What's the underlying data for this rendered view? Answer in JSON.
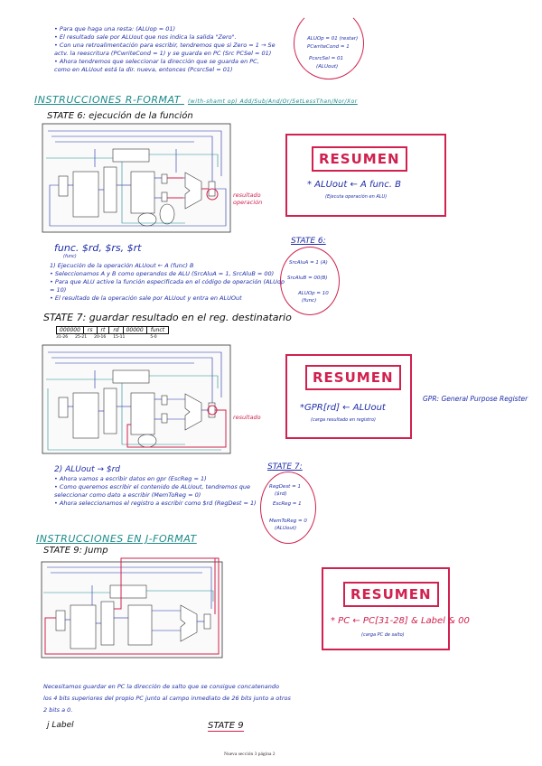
{
  "top_notes": [
    "• Para que haga una resta: (ALUop = 01)",
    "• El resultado sale por ALUout que nos indica la salida \"Zero\".",
    "• Con una retroalimentación para escribir, tendremos que si Zero = 1 → Se",
    "   actv. la reescritura (PCwriteCond = 1) y se guarda en PC (Src PCSel = 01)",
    "• Ahora tendremos que seleccionar la dirección que se guarda en PC,",
    "   como en ALUout está la dir. nueva, entonces (PcsrcSel = 01)"
  ],
  "top_circle": {
    "lines": [
      "ALUOp = 01 (restar)",
      "PCwriteCond = 1",
      "PcsrcSel = 01",
      "(ALUout)"
    ]
  },
  "section_r": {
    "heading": "INSTRUCCIONES R-FORMAT",
    "heading_note": "(with-shamt op) Add/Sub/And/Or/SetLessThan/Nor/Xor",
    "state6_title": "STATE 6: ejecución de la función",
    "red_callout": "resultado operación",
    "func_line": "func.   $rd, $rs, $rt",
    "func_sub": "(func)",
    "notes": [
      "1) Ejecución de la operación   ALUout ← A (func) B",
      "  • Seleccionamos A y B como operandos de ALU (SrcAluA = 1, SrcAluB = 00)",
      "  • Para que ALU active la función especificada en el código de operación (ALUop = 10)",
      "  • El resultado de la operación sale por ALUout y entra en ALUOut"
    ],
    "resumen1": {
      "title": "RESUMEN",
      "formula": "* ALUout ← A  func. B",
      "sub": "(Ejecuta operación en ALU)"
    },
    "state6_circle": {
      "title": "STATE 6:",
      "lines": [
        "SrcAluA = 1 (A)",
        "SrcAluB = 00(B)",
        "ALUOp = 10",
        "(func)"
      ]
    }
  },
  "state7": {
    "title": "STATE 7: guardar resultado en el reg. destinatario",
    "fields": [
      "000000",
      "rs",
      "rt",
      "rd",
      "00000",
      "funct"
    ],
    "bits": [
      "31-26",
      "25-21",
      "20-16",
      "15-11",
      "",
      "5-0"
    ],
    "red_callout": "resultado",
    "notes": [
      "2) ALUout → $rd",
      "  • Ahora vamos a escribir datos en gpr (EscReg = 1)",
      "  • Como queremos escribir el contenido de ALUout, tendremos que",
      "    seleccionar como dato a escribir (MemToReg = 0)",
      "  • Ahora seleccionamos el registro a escribir como $rd (RegDest = 1)"
    ],
    "resumen": {
      "title": "RESUMEN",
      "formula": "*GPR[rd] ← ALUout",
      "sub": "(carga resultado en registro)"
    },
    "gpr_note": "GPR: General Purpose Register",
    "circle": {
      "title": "STATE 7:",
      "lines": [
        "RegDest = 1",
        "($rd)",
        "EscReg = 1",
        "MemToReg = 0",
        "(ALUout)"
      ]
    }
  },
  "section_j": {
    "heading": "INSTRUCCIONES EN J-FORMAT",
    "state9_title": "STATE 9: Jump",
    "resumen": {
      "title": "RESUMEN",
      "formula": "* PC ← PC[31-28] & Label & 00",
      "sub": "(carga PC de salto)"
    },
    "bottom_notes": [
      "Necesitamos guardar en PC la dirección de salto que se consigue concatenando",
      "los 4 bits superiores del propio PC junto al campo inmediato de 26 bits junto a otros",
      "2 bits a 0."
    ],
    "j_label": "j   Label",
    "state9_label": "STATE 9"
  },
  "footer": "Nueva sección 3 página 2",
  "colors": {
    "blue": "#1f2ea8",
    "teal": "#1d8a8a",
    "red": "#d0214f"
  }
}
